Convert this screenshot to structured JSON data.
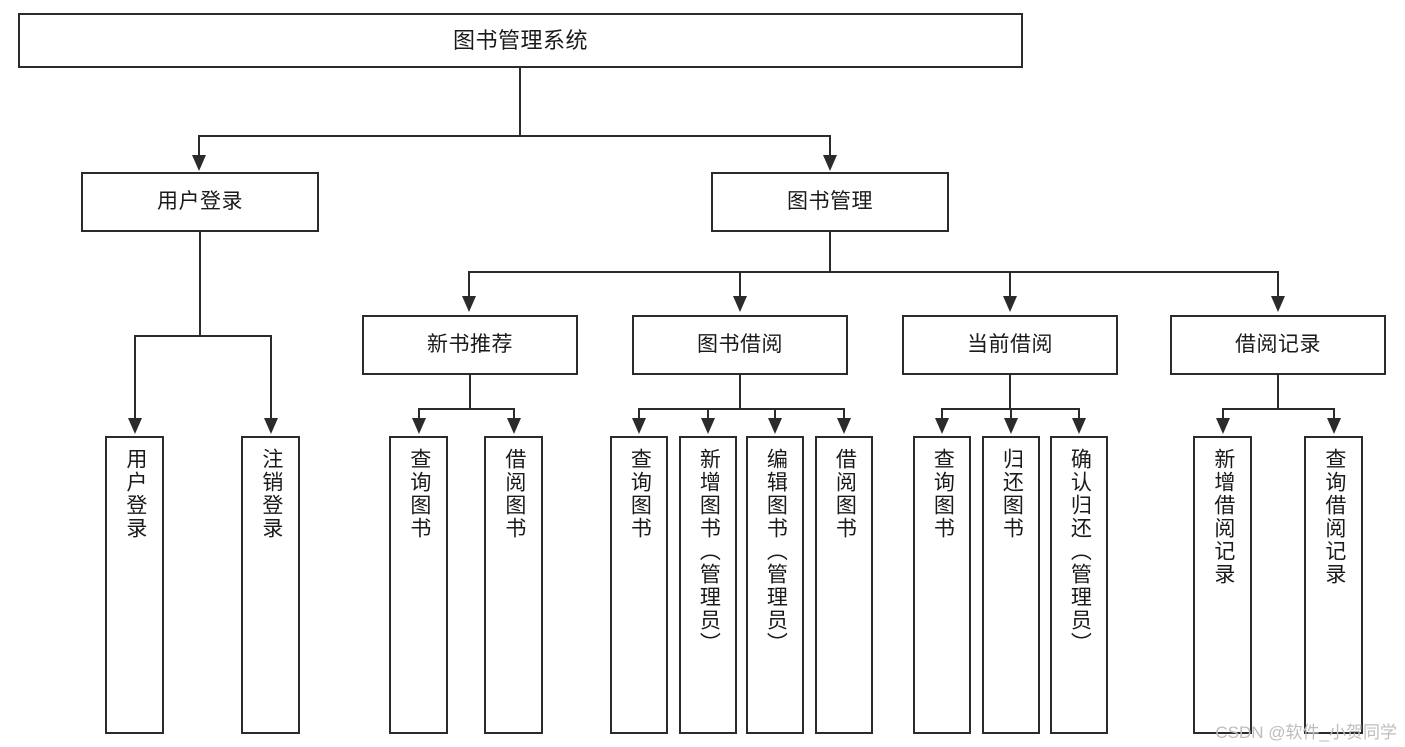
{
  "diagram": {
    "type": "tree",
    "title": "图书管理系统",
    "root": {
      "label": "图书管理系统"
    },
    "level2": [
      {
        "label": "用户登录"
      },
      {
        "label": "图书管理"
      }
    ],
    "level3": [
      {
        "label": "新书推荐"
      },
      {
        "label": "图书借阅"
      },
      {
        "label": "当前借阅"
      },
      {
        "label": "借阅记录"
      }
    ],
    "leaves": {
      "user_login": [
        {
          "label": "用户登录"
        },
        {
          "label": "注销登录"
        }
      ],
      "new_book_recommend": [
        {
          "label": "查询图书"
        },
        {
          "label": "借阅图书"
        }
      ],
      "book_borrow": [
        {
          "label": "查询图书"
        },
        {
          "label": "新增图书（管理员）"
        },
        {
          "label": "编辑图书（管理员）"
        },
        {
          "label": "借阅图书"
        }
      ],
      "current_borrow": [
        {
          "label": "查询图书"
        },
        {
          "label": "归还图书"
        },
        {
          "label": "确认归还（管理员）"
        }
      ],
      "borrow_record": [
        {
          "label": "新增借阅记录"
        },
        {
          "label": "查询借阅记录"
        }
      ]
    },
    "watermark": "CSDN @软件_小贺同学",
    "colors": {
      "stroke": "#2b2b2b",
      "fill": "#ffffff",
      "text": "#1a1a1a",
      "watermark": "#bdbdbd"
    }
  }
}
